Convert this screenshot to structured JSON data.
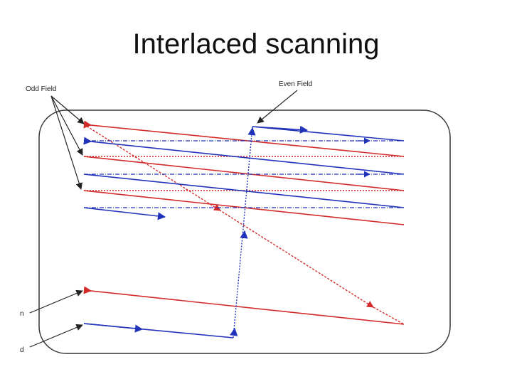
{
  "title": "Interlaced scanning",
  "labels": {
    "odd_field": "Odd Field",
    "even_field": "Even Field",
    "edge_text_1": "n",
    "edge_text_2": "d"
  },
  "colors": {
    "odd_line": "#d42a2a",
    "even_line": "#2233bb",
    "frame_border": "#333333",
    "label_arrow": "#333333"
  }
}
